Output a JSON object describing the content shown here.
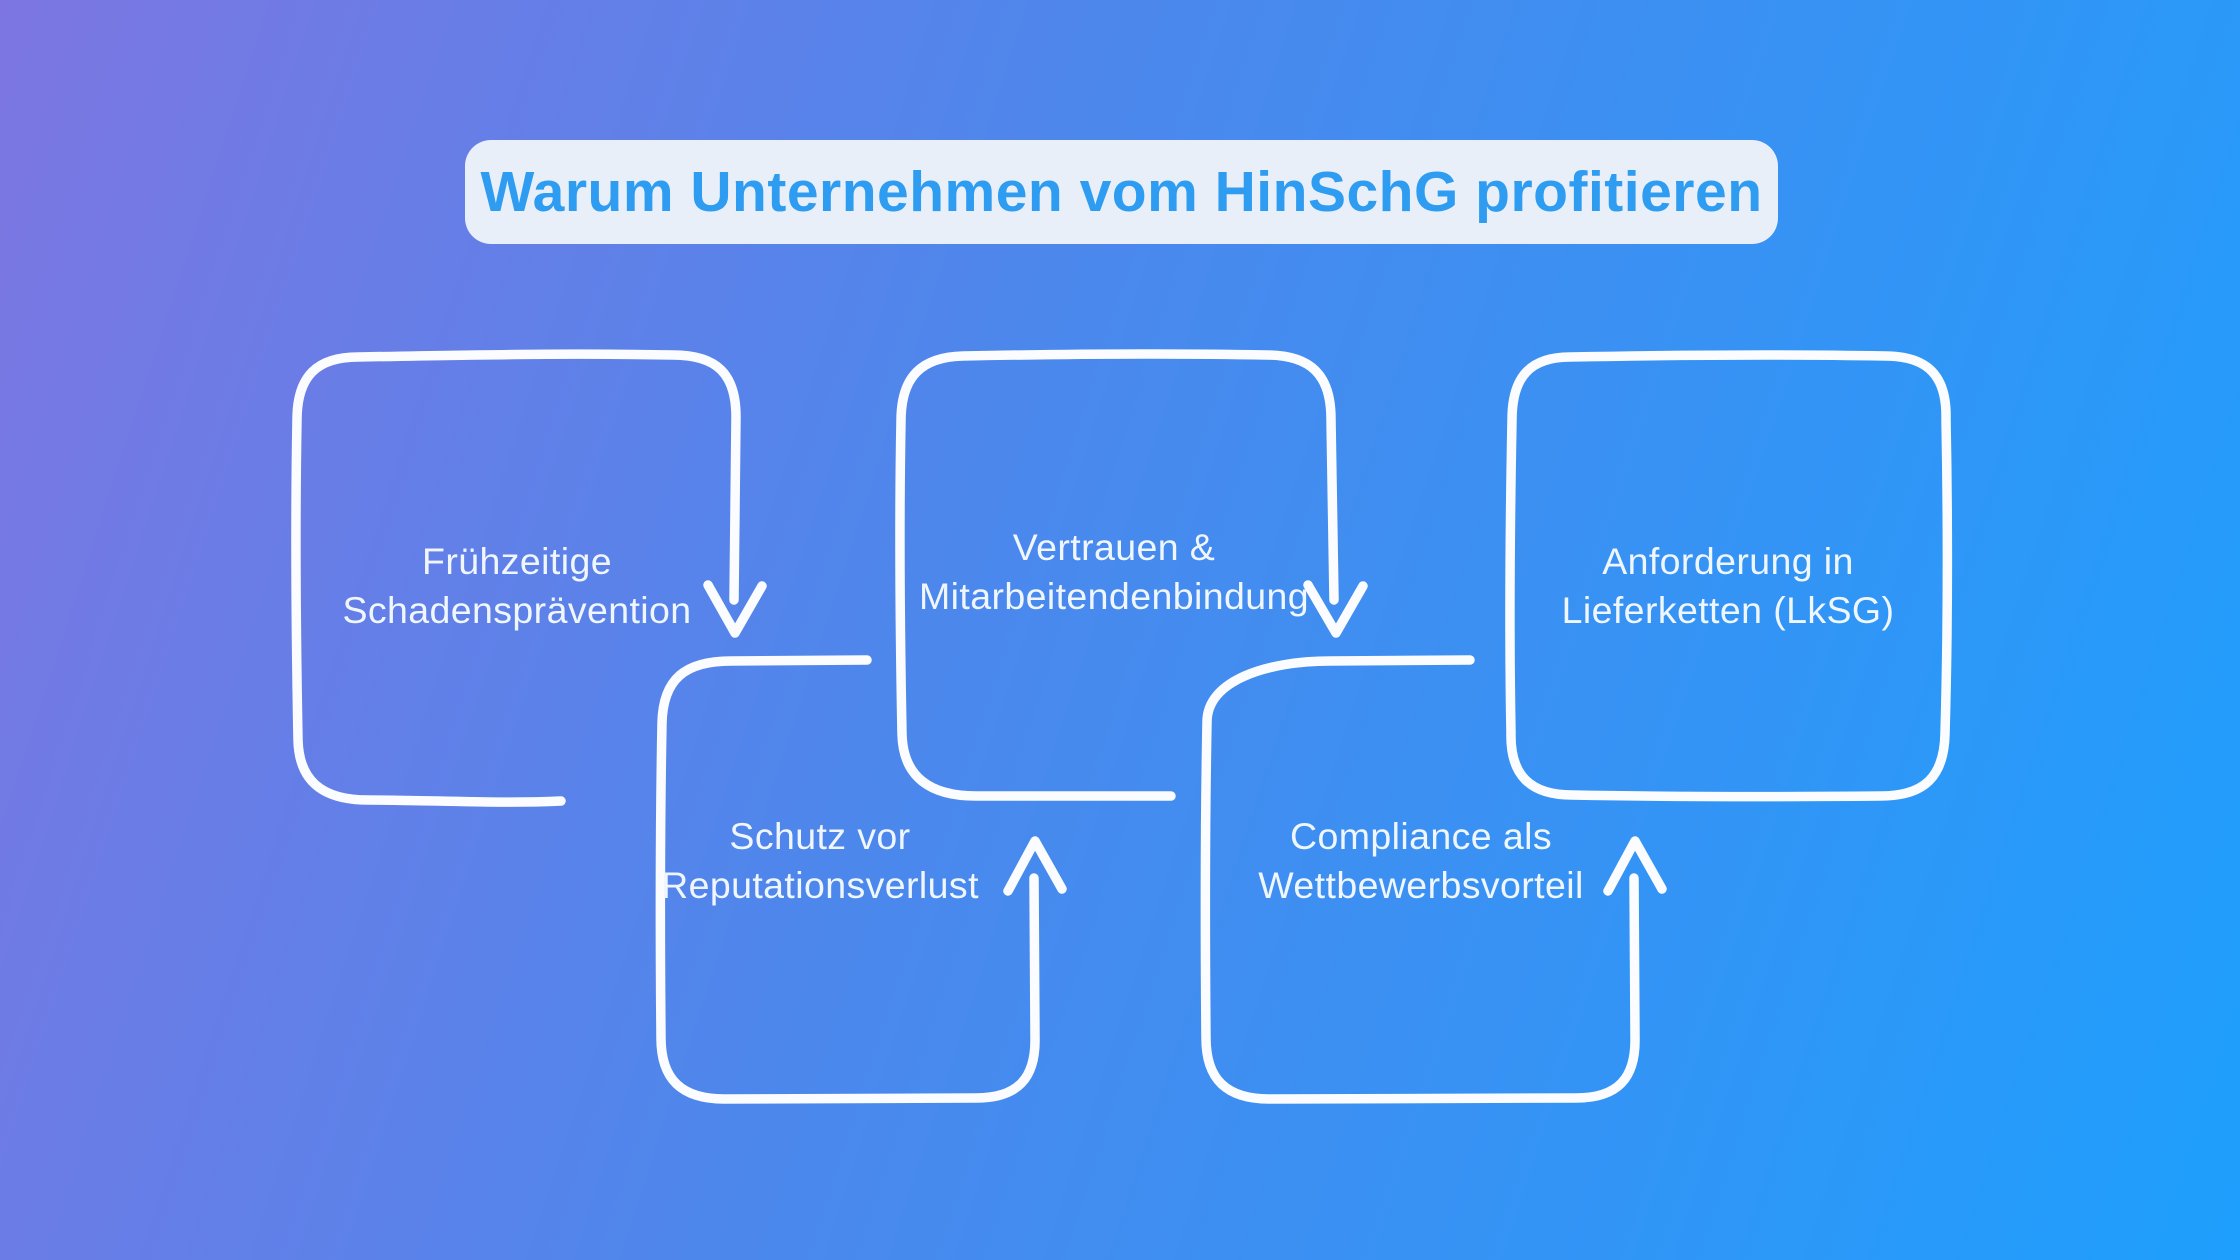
{
  "title": {
    "text": "Warum Unternehmen vom HinSchG profitieren"
  },
  "boxes": [
    {
      "id": 1,
      "label": "Frühzeitige\nSchadensprävention",
      "row": "top"
    },
    {
      "id": 2,
      "label": "Schutz vor\nReputationsverlust",
      "row": "bottom"
    },
    {
      "id": 3,
      "label": "Vertrauen &\nMitarbeitendenbindung",
      "row": "top"
    },
    {
      "id": 4,
      "label": "Compliance als\nWettbewerbsvorteil",
      "row": "bottom"
    },
    {
      "id": 5,
      "label": "Anforderung in\nLieferketten (LkSG)",
      "row": "top"
    }
  ],
  "arrows": [
    {
      "from_box": 1,
      "to_box": 2,
      "direction": "down"
    },
    {
      "from_box": 2,
      "to_box": 3,
      "direction": "up"
    },
    {
      "from_box": 3,
      "to_box": 4,
      "direction": "down"
    },
    {
      "from_box": 4,
      "to_box": 5,
      "direction": "up"
    }
  ],
  "theme": {
    "background_gradient_start": "#7d76e2",
    "background_gradient_mid": "#4d87ec",
    "background_gradient_end": "#1e9ffd",
    "title_pill_color": "#e9eff9",
    "title_text_color": "#2d9cf1",
    "box_stroke_color": "#fafcff",
    "box_text_color": "#f0f6fd"
  }
}
